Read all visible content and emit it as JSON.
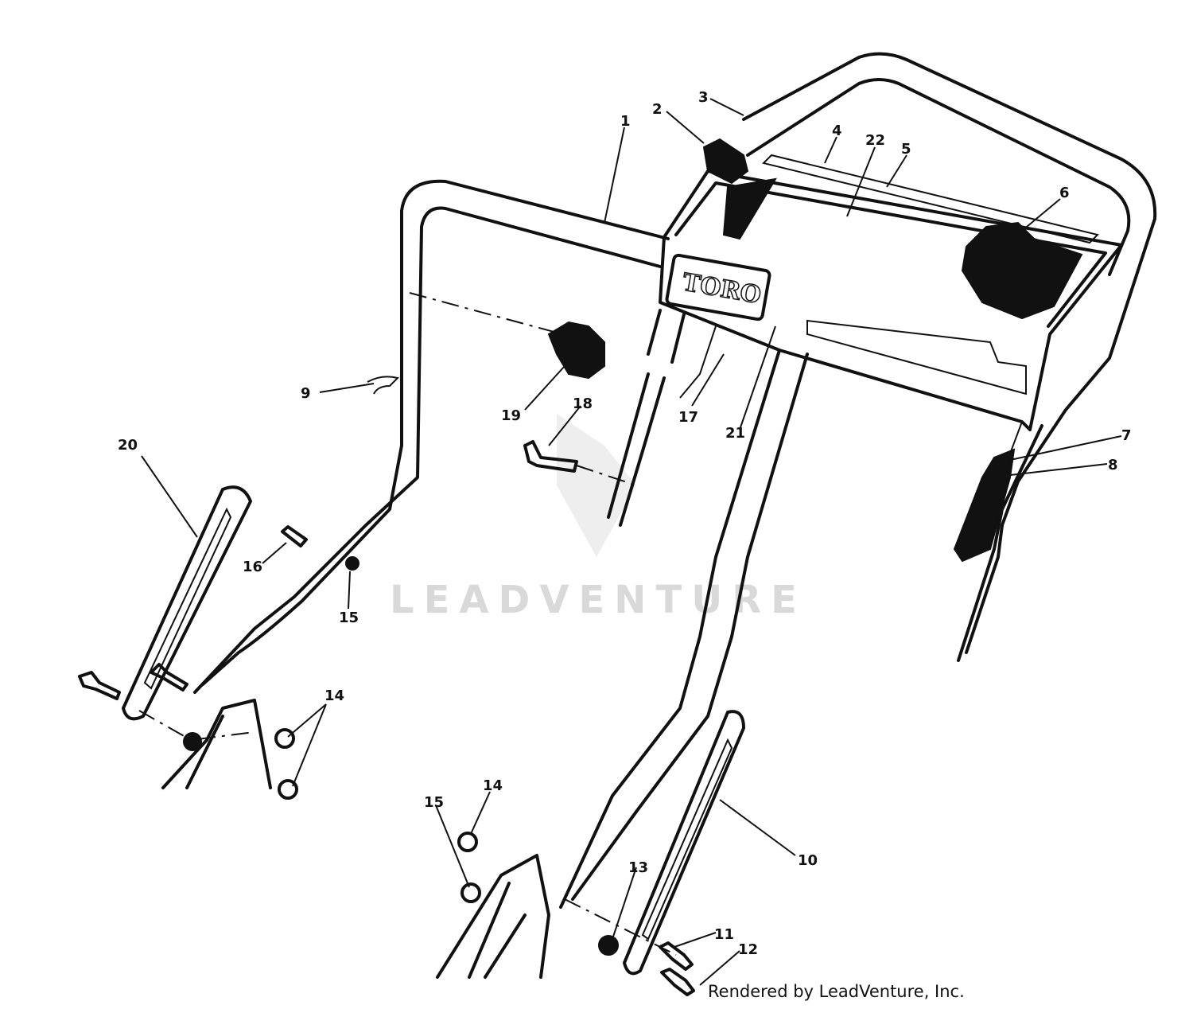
{
  "diagram": {
    "brand_label": "TORO",
    "watermark": "LEADVENTURE",
    "credit": "Rendered by LeadVenture, Inc.",
    "callouts": {
      "c1": "1",
      "c2": "2",
      "c3": "3",
      "c4": "4",
      "c5": "5",
      "c6": "6",
      "c7": "7",
      "c8": "8",
      "c9": "9",
      "c10": "10",
      "c11": "11",
      "c12": "12",
      "c13": "13",
      "c14a": "14",
      "c14b": "14",
      "c15a": "15",
      "c15b": "15",
      "c16": "16",
      "c17": "17",
      "c18": "18",
      "c19": "19",
      "c20": "20",
      "c21": "21",
      "c22": "22"
    }
  }
}
